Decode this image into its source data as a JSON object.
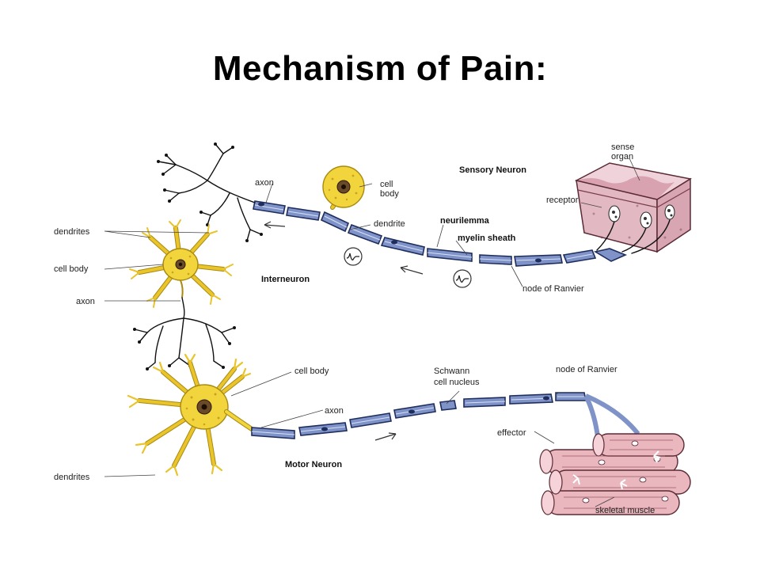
{
  "title": "Mechanism of Pain:",
  "labels": {
    "sensory_neuron": "Sensory Neuron",
    "sense_organ_1": "sense",
    "sense_organ_2": "organ",
    "receptor": "receptor",
    "axon_top": "axon",
    "cell_body_top_1": "cell",
    "cell_body_top_2": "body",
    "dendrite": "dendrite",
    "neurilemma": "neurilemma",
    "myelin_sheath": "myelin sheath",
    "node_of_ranvier_top": "node of Ranvier",
    "dendrites_upper": "dendrites",
    "cell_body_inter": "cell body",
    "axon_inter": "axon",
    "interneuron": "Interneuron",
    "cell_body_motor": "cell body",
    "axon_motor": "axon",
    "schwann_1": "Schwann",
    "schwann_2": "cell nucleus",
    "node_of_ranvier_bottom": "node of Ranvier",
    "effector": "effector",
    "motor_neuron": "Motor Neuron",
    "dendrites_lower": "dendrites",
    "skeletal_muscle": "skeletal muscle"
  },
  "colors": {
    "myelin": "#7f93c9",
    "cell_body": "#f2d43c",
    "skin": "#e2b9c3",
    "muscle": "#e9b7bd"
  }
}
